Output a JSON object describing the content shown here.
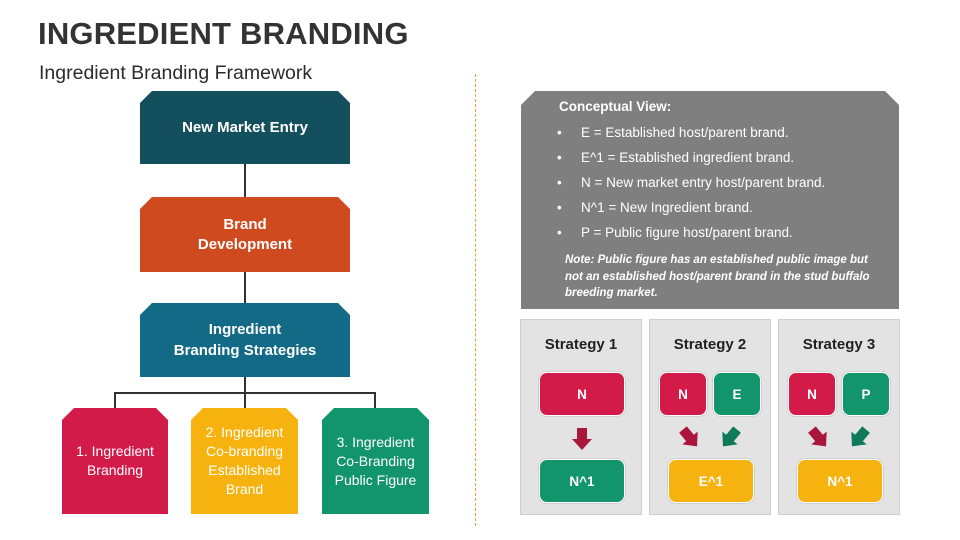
{
  "header": {
    "title": "INGREDIENT BRANDING",
    "subtitle": "Ingredient Branding Framework"
  },
  "flow": {
    "step1": "New Market Entry",
    "step2": "Brand\nDevelopment",
    "step3": "Ingredient\nBranding Strategies",
    "branches": [
      "1. Ingredient\nBranding",
      "2. Ingredient\nCo-branding\nEstablished\nBrand",
      "3. Ingredient\nCo-Branding\nPublic Figure"
    ]
  },
  "conceptual_view": {
    "heading": "Conceptual View:",
    "items": [
      "E = Established host/parent brand.",
      "E^1 = Established ingredient brand.",
      "N = New market entry host/parent brand.",
      "N^1 = New Ingredient brand.",
      "P = Public figure host/parent brand."
    ],
    "note": "Note: Public figure has an established public image but not an established host/parent brand in the stud buffalo breeding market."
  },
  "strategies": [
    {
      "title": "Strategy 1",
      "inputs": [
        "N"
      ],
      "output": "N^1"
    },
    {
      "title": "Strategy 2",
      "inputs": [
        "N",
        "E"
      ],
      "output": "E^1"
    },
    {
      "title": "Strategy 3",
      "inputs": [
        "N",
        "P"
      ],
      "output": "N^1"
    }
  ],
  "colors": {
    "dark_teal": "#134f5c",
    "orange_red": "#d04a1f",
    "blue_teal": "#126a86",
    "crimson": "#d31b4a",
    "amber": "#f6b20f",
    "green": "#12956b",
    "gray_panel": "#7f7f7f",
    "divider": "#e0a030"
  }
}
